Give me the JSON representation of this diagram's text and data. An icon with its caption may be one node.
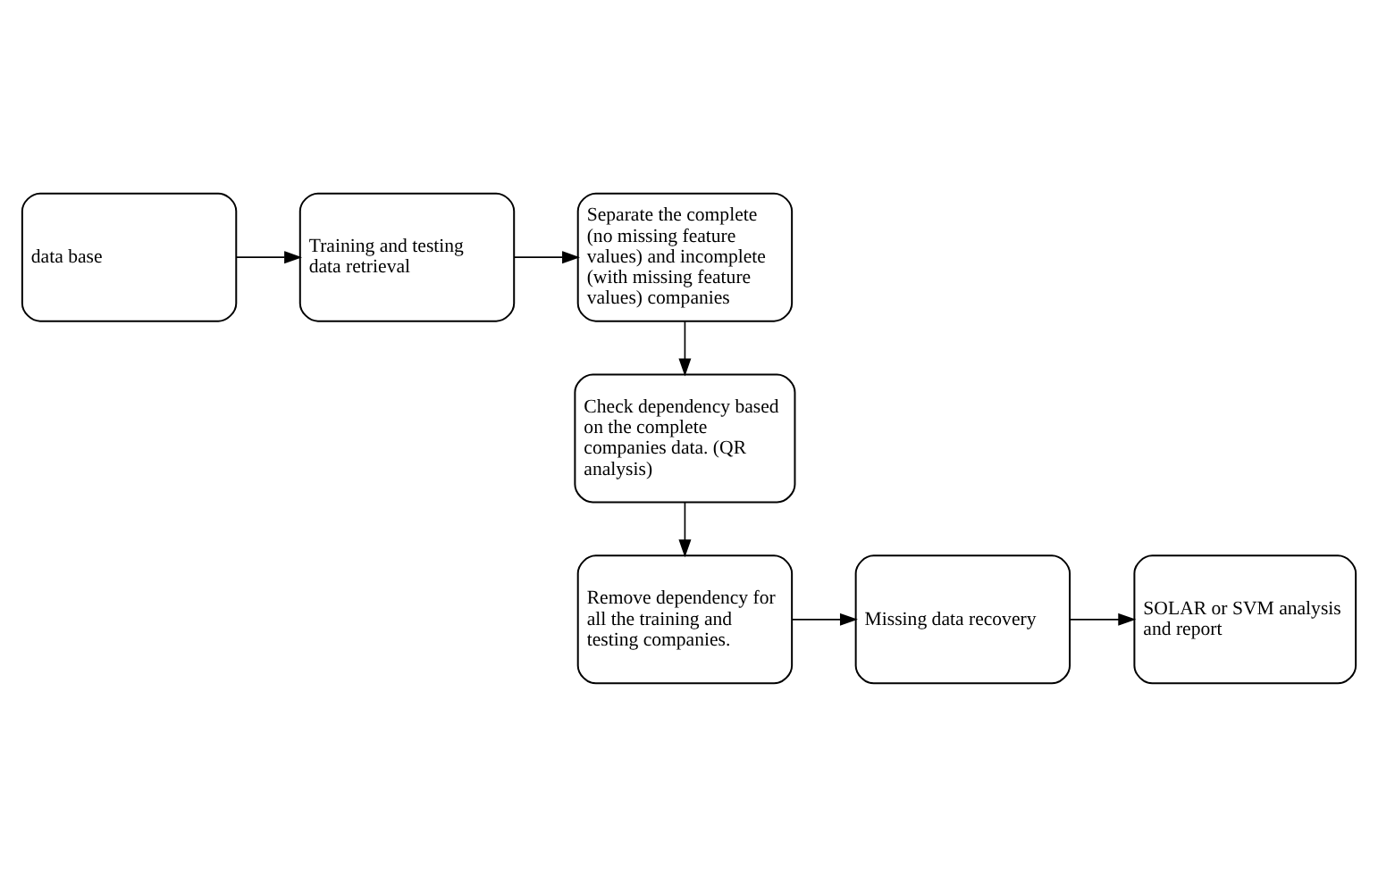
{
  "diagram": {
    "nodes": [
      {
        "text": [
          "data base"
        ]
      },
      {
        "text": [
          "Training and testing data retrieval"
        ]
      },
      {
        "text": [
          "Separate the complete (no missing feature values) and incomplete (with missing feature values) companies"
        ]
      },
      {
        "text": [
          "Check dependency based on the complete companies data. (QR analysis)"
        ]
      },
      {
        "text": [
          "Remove dependency for all the training and testing companies."
        ]
      },
      {
        "text": [
          "Missing data recovery"
        ]
      },
      {
        "text": [
          "SOLAR or SVM analysis and report"
        ]
      }
    ],
    "edges": [
      {
        "from": 0,
        "to": 1,
        "arrow": "to"
      },
      {
        "from": 1,
        "to": 2,
        "arrow": "to"
      },
      {
        "from": 2,
        "to": 3,
        "arrow": "to"
      },
      {
        "from": 3,
        "to": 4,
        "arrow": "to"
      },
      {
        "from": 4,
        "to": 5,
        "arrow": "to"
      },
      {
        "from": 5,
        "to": 6,
        "arrow": "to"
      }
    ]
  }
}
